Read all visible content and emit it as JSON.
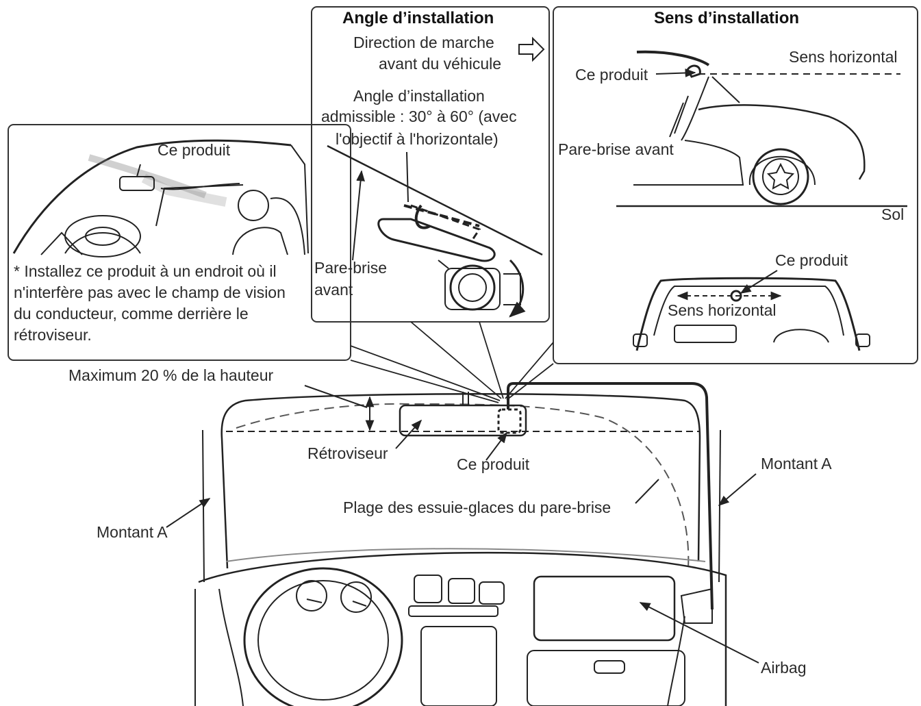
{
  "panels": {
    "left": {
      "product_label": "Ce produit",
      "note": "* Installez ce produit à un endroit où il n'interfère pas avec le champ de vision du conducteur, comme derrière le rétroviseur."
    },
    "angle": {
      "title": "Angle d’installation",
      "direction_line1": "Direction de marche",
      "direction_line2": "avant du véhicule",
      "angle_line1": "Angle d’installation",
      "angle_line2": "admissible : 30° à 60° (avec",
      "angle_line3": "l'objectif à l'horizontale)",
      "windshield_line1": "Pare-brise",
      "windshield_line2": "avant"
    },
    "sens": {
      "title": "Sens d’installation",
      "horizontal_top": "Sens horizontal",
      "product_top": "Ce produit",
      "windshield": "Pare-brise avant",
      "ground": "Sol",
      "product_bottom": "Ce produit",
      "horizontal_bottom": "Sens horizontal"
    }
  },
  "main": {
    "max_height": "Maximum 20 % de la hauteur",
    "mirror": "Rétroviseur",
    "product": "Ce produit",
    "wiper_range": "Plage des essuie-glaces du pare-brise",
    "pillar_left": "Montant A",
    "pillar_right": "Montant A",
    "airbag": "Airbag"
  }
}
